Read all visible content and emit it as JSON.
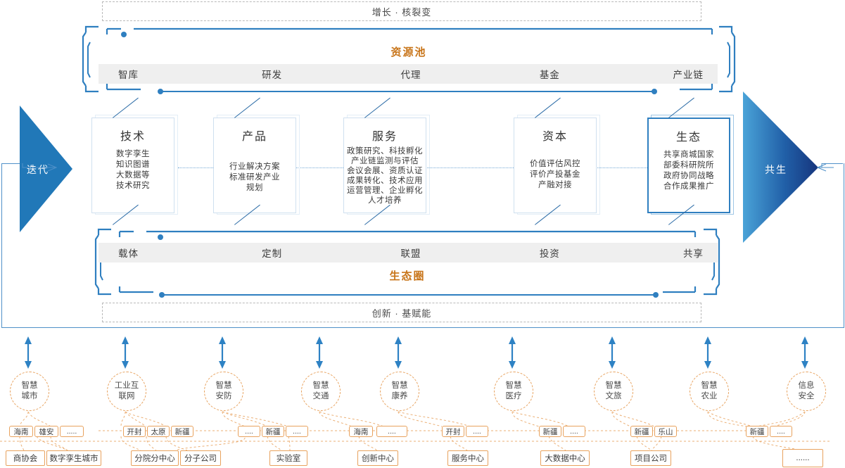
{
  "banners": {
    "top": "增长 · 核裂变",
    "bottom": "创新 · 基赋能"
  },
  "flow": {
    "left_label": "迭代",
    "right_label": "共生"
  },
  "resource_pool": {
    "title": "资源池",
    "items": [
      "智库",
      "研发",
      "代理",
      "基金",
      "产业链"
    ]
  },
  "eco_circle": {
    "title": "生态圈",
    "items": [
      "载体",
      "定制",
      "联盟",
      "投资",
      "共享"
    ]
  },
  "cards": [
    {
      "title": "技术",
      "lines": [
        "数字孪生",
        "知识图谱",
        "大数据等",
        "技术研究"
      ],
      "highlight": false
    },
    {
      "title": "产品",
      "lines": [
        "行业解决方案",
        "标准研发产业",
        "规划"
      ],
      "highlight": false
    },
    {
      "title": "服务",
      "lines": [
        "政策研究、科技孵化",
        "产业链监测与评估",
        "会议会展、资质认证",
        "成果转化、技术应用",
        "运营管理、企业孵化",
        "人才培养"
      ],
      "highlight": false
    },
    {
      "title": "资本",
      "lines": [
        "价值评估风控",
        "评价产投基金",
        "产融对接"
      ],
      "highlight": false
    },
    {
      "title": "生态",
      "lines": [
        "共享商城国家",
        "部委科研院所",
        "政府协同战略",
        "合作成果推广"
      ],
      "highlight": true
    }
  ],
  "domains": [
    {
      "name": "智慧\n城市",
      "label_l1": "智慧",
      "label_l2": "城市",
      "tags": [
        "海南",
        "雄安",
        "....."
      ],
      "nodes": [
        "商协会",
        "数字孪生城市"
      ]
    },
    {
      "name": "工业互联网",
      "label_l1": "工业互",
      "label_l2": "联网",
      "tags": [
        "开封",
        "太原",
        "新疆"
      ],
      "nodes": [
        "分院分中心",
        "分子公司"
      ]
    },
    {
      "name": "智慧安防",
      "label_l1": "智慧",
      "label_l2": "安防",
      "tags": [
        "....",
        "新疆",
        "...."
      ],
      "nodes": [
        "实验室"
      ]
    },
    {
      "name": "智慧交通",
      "label_l1": "智慧",
      "label_l2": "交通",
      "tags": [
        "海南",
        "...."
      ],
      "nodes": [
        "创新中心"
      ]
    },
    {
      "name": "智慧康养",
      "label_l1": "智慧",
      "label_l2": "康养",
      "tags": [
        "开封",
        "...."
      ],
      "nodes": [
        "服务中心"
      ]
    },
    {
      "name": "智慧医疗",
      "label_l1": "智慧",
      "label_l2": "医疗",
      "tags": [
        "新疆",
        "...."
      ],
      "nodes": [
        "大数据中心"
      ]
    },
    {
      "name": "智慧文旅",
      "label_l1": "智慧",
      "label_l2": "文旅",
      "tags": [
        "新疆",
        "乐山"
      ],
      "nodes": [
        "项目公司"
      ]
    },
    {
      "name": "智慧农业",
      "label_l1": "智慧",
      "label_l2": "农业",
      "tags": [
        "新疆",
        "...."
      ],
      "nodes": []
    },
    {
      "name": "信息安全",
      "label_l1": "信息",
      "label_l2": "安全",
      "tags": [],
      "nodes": [
        "......"
      ]
    }
  ],
  "colors": {
    "brand_blue": "#2178b8",
    "accent_orange": "#c8751a",
    "tag_orange": "#e8a25e",
    "pool_row_bg": "#efefef"
  }
}
